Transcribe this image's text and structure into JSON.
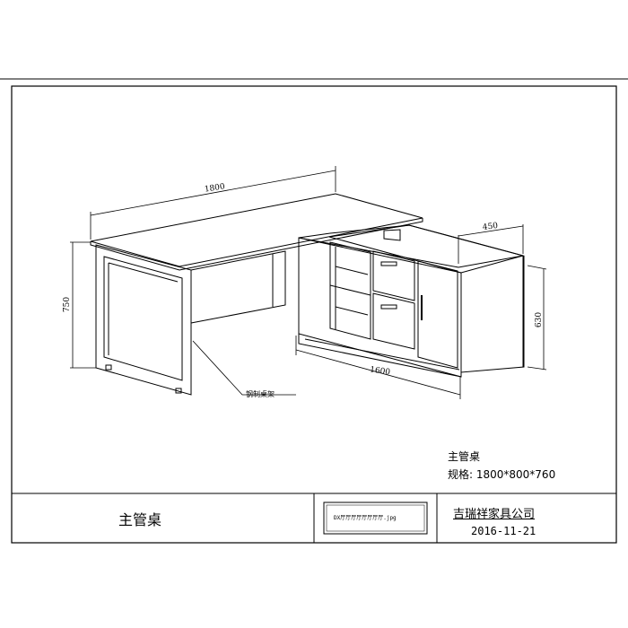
{
  "drawing": {
    "product_name": "主管桌",
    "spec_line": "规格: 1800*800*760",
    "dimensions": {
      "top_width": "1800",
      "height": "750",
      "cabinet_depth": "450",
      "cabinet_height": "630",
      "cabinet_length": "1600"
    },
    "callout": "钢制桌架"
  },
  "title_block": {
    "title": "主管桌",
    "logo_text": "DX厅厅厅厅厅厅厅厅.jpg",
    "company": "吉瑞祥家具公司",
    "date": "2016-11-21"
  }
}
